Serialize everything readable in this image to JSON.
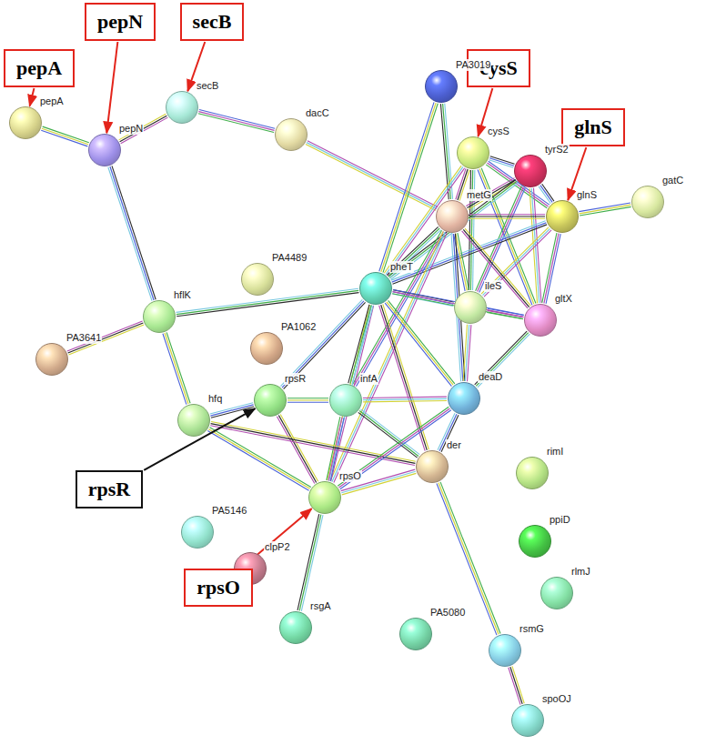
{
  "diagram": {
    "nodes": [
      {
        "text": [
          "pepN"
        ]
      },
      {
        "text": [
          "secB"
        ]
      },
      {
        "text": [
          "pepA"
        ]
      },
      {
        "text": [
          "cysS"
        ]
      },
      {
        "text": [
          "PA3019"
        ]
      },
      {
        "text": [
          "secB"
        ]
      },
      {
        "text": [
          "pepA"
        ]
      },
      {
        "text": [
          "glnS"
        ]
      },
      {
        "text": [
          "dacC"
        ]
      },
      {
        "text": [
          "pepN"
        ]
      },
      {
        "text": [
          "cysS"
        ]
      },
      {
        "text": [
          "tyrS2"
        ]
      },
      {
        "text": [
          "gatC"
        ]
      },
      {
        "text": [
          "metG"
        ]
      },
      {
        "text": [
          "glnS"
        ]
      },
      {
        "text": [
          "PA4489"
        ]
      },
      {
        "text": [
          "pheT"
        ]
      },
      {
        "text": [
          "ileS"
        ]
      },
      {
        "text": [
          "hflK"
        ]
      },
      {
        "text": [
          "gltX"
        ]
      },
      {
        "text": [
          "PA1062"
        ]
      },
      {
        "text": [
          "PA3641"
        ]
      },
      {
        "text": [
          "rpsR"
        ]
      },
      {
        "text": [
          "infA"
        ]
      },
      {
        "text": [
          "deaD"
        ]
      },
      {
        "text": [
          "hfq"
        ]
      },
      {
        "text": [
          "der"
        ]
      },
      {
        "text": [
          "rimI"
        ]
      },
      {
        "text": [
          "rpsR"
        ]
      },
      {
        "text": [
          "rpsO"
        ]
      },
      {
        "text": [
          "PA5146"
        ]
      },
      {
        "text": [
          "ppiD"
        ]
      },
      {
        "text": [
          "clpP2"
        ]
      },
      {
        "text": [
          "rpsO"
        ]
      },
      {
        "text": [
          "rlmJ"
        ]
      },
      {
        "text": [
          "rsgA"
        ]
      },
      {
        "text": [
          "PA5080"
        ]
      },
      {
        "text": [
          "rsmG"
        ]
      },
      {
        "text": [
          "spoOJ"
        ]
      }
    ],
    "edges": [
      {
        "from": 6,
        "to": 9,
        "arrow": "none"
      },
      {
        "from": 9,
        "to": 5,
        "arrow": "none"
      },
      {
        "from": 9,
        "to": 18,
        "arrow": "none"
      },
      {
        "from": 5,
        "to": 8,
        "arrow": "none"
      },
      {
        "from": 8,
        "to": 13,
        "arrow": "none"
      },
      {
        "from": 4,
        "to": 13,
        "arrow": "none"
      },
      {
        "from": 4,
        "to": 16,
        "arrow": "none"
      },
      {
        "from": 10,
        "to": 13,
        "arrow": "none"
      },
      {
        "from": 10,
        "to": 11,
        "arrow": "none"
      },
      {
        "from": 10,
        "to": 14,
        "arrow": "none"
      },
      {
        "from": 10,
        "to": 16,
        "arrow": "none"
      },
      {
        "from": 10,
        "to": 17,
        "arrow": "none"
      },
      {
        "from": 10,
        "to": 19,
        "arrow": "none"
      },
      {
        "from": 11,
        "to": 13,
        "arrow": "none"
      },
      {
        "from": 11,
        "to": 14,
        "arrow": "none"
      },
      {
        "from": 11,
        "to": 17,
        "arrow": "none"
      },
      {
        "from": 11,
        "to": 19,
        "arrow": "none"
      },
      {
        "from": 11,
        "to": 16,
        "arrow": "none"
      },
      {
        "from": 12,
        "to": 14,
        "arrow": "none"
      },
      {
        "from": 14,
        "to": 13,
        "arrow": "none"
      },
      {
        "from": 14,
        "to": 16,
        "arrow": "none"
      },
      {
        "from": 14,
        "to": 19,
        "arrow": "none"
      },
      {
        "from": 14,
        "to": 17,
        "arrow": "none"
      },
      {
        "from": 13,
        "to": 16,
        "arrow": "none"
      },
      {
        "from": 13,
        "to": 17,
        "arrow": "none"
      },
      {
        "from": 13,
        "to": 19,
        "arrow": "none"
      },
      {
        "from": 13,
        "to": 24,
        "arrow": "none"
      },
      {
        "from": 13,
        "to": 23,
        "arrow": "none"
      },
      {
        "from": 13,
        "to": 29,
        "arrow": "none"
      },
      {
        "from": 18,
        "to": 16,
        "arrow": "none"
      },
      {
        "from": 18,
        "to": 25,
        "arrow": "none"
      },
      {
        "from": 18,
        "to": 21,
        "arrow": "none"
      },
      {
        "from": 16,
        "to": 17,
        "arrow": "none"
      },
      {
        "from": 16,
        "to": 19,
        "arrow": "none"
      },
      {
        "from": 16,
        "to": 29,
        "arrow": "none"
      },
      {
        "from": 16,
        "to": 23,
        "arrow": "none"
      },
      {
        "from": 16,
        "to": 24,
        "arrow": "none"
      },
      {
        "from": 16,
        "to": 26,
        "arrow": "none"
      },
      {
        "from": 16,
        "to": 22,
        "arrow": "none"
      },
      {
        "from": 17,
        "to": 19,
        "arrow": "none"
      },
      {
        "from": 17,
        "to": 24,
        "arrow": "none"
      },
      {
        "from": 19,
        "to": 24,
        "arrow": "none"
      },
      {
        "from": 22,
        "to": 23,
        "arrow": "none"
      },
      {
        "from": 22,
        "to": 29,
        "arrow": "none"
      },
      {
        "from": 22,
        "to": 25,
        "arrow": "none"
      },
      {
        "from": 23,
        "to": 29,
        "arrow": "none"
      },
      {
        "from": 23,
        "to": 24,
        "arrow": "none"
      },
      {
        "from": 23,
        "to": 26,
        "arrow": "none"
      },
      {
        "from": 25,
        "to": 29,
        "arrow": "none"
      },
      {
        "from": 25,
        "to": 26,
        "arrow": "none"
      },
      {
        "from": 24,
        "to": 26,
        "arrow": "none"
      },
      {
        "from": 24,
        "to": 29,
        "arrow": "none"
      },
      {
        "from": 29,
        "to": 26,
        "arrow": "none"
      },
      {
        "from": 29,
        "to": 35,
        "arrow": "none"
      },
      {
        "from": 26,
        "to": 37,
        "arrow": "none"
      },
      {
        "from": 37,
        "to": 38,
        "arrow": "none"
      },
      {
        "from": 2,
        "to": 6,
        "arrow": "to"
      },
      {
        "from": 0,
        "to": 9,
        "arrow": "to"
      },
      {
        "from": 1,
        "to": 5,
        "arrow": "to"
      },
      {
        "from": 3,
        "to": 10,
        "arrow": "to"
      },
      {
        "from": 7,
        "to": 14,
        "arrow": "to"
      },
      {
        "from": 28,
        "to": 22,
        "arrow": "to"
      },
      {
        "from": 33,
        "to": 29,
        "arrow": "to"
      }
    ]
  }
}
